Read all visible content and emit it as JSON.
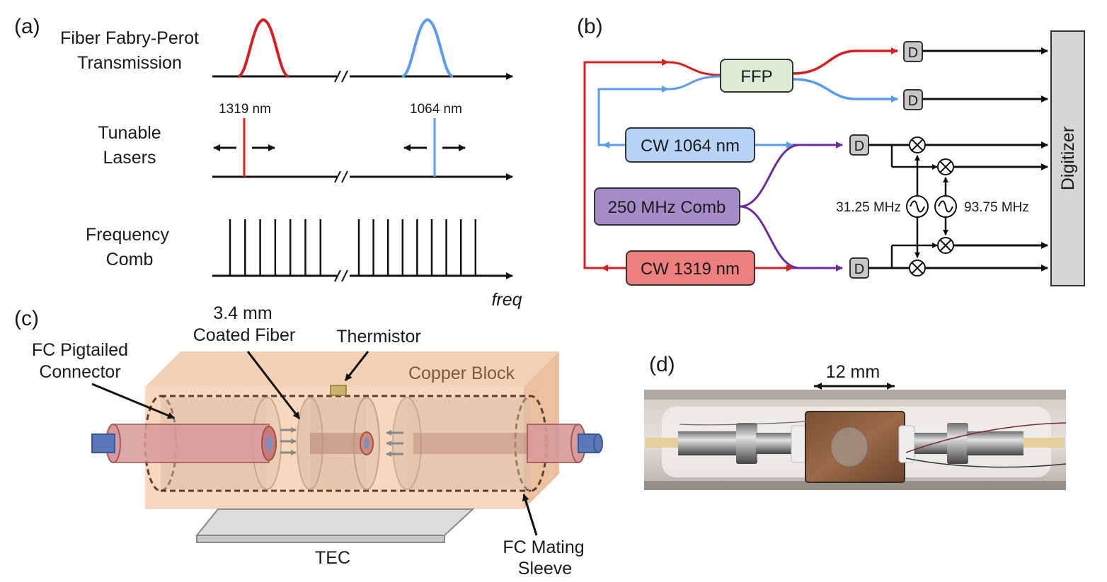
{
  "panel_a": {
    "label": "(a)",
    "row1_label_1": "Fiber Fabry-Perot",
    "row1_label_2": "Transmission",
    "row2_label_1": "Tunable",
    "row2_label_2": "Lasers",
    "row3_label_1": "Frequency",
    "row3_label_2": "Comb",
    "wavelength_red": "1319 nm",
    "wavelength_blue": "1064 nm",
    "axis_label": "freq"
  },
  "panel_b": {
    "label": "(b)",
    "ffp": "FFP",
    "cw1064": "CW 1064 nm",
    "comb": "250 MHz Comb",
    "cw1319": "CW 1319 nm",
    "detector": "D",
    "lo1": "31.25 MHz",
    "lo2": "93.75 MHz",
    "digitizer": "Digitizer"
  },
  "panel_c": {
    "label": "(c)",
    "fiber_1": "3.4 mm",
    "fiber_2": "Coated Fiber",
    "thermistor": "Thermistor",
    "connector_1": "FC Pigtailed",
    "connector_2": "Connector",
    "copper": "Copper Block",
    "tec": "TEC",
    "sleeve_1": "FC Mating",
    "sleeve_2": "Sleeve"
  },
  "panel_d": {
    "label": "(d)",
    "scale": "12 mm"
  },
  "colors": {
    "red": "#d42020",
    "blue": "#5b9bec",
    "purple": "#6b2d9e",
    "ffp_fill": "#dcebd4",
    "cw1064_fill": "#b7d3f5",
    "comb_fill": "#a58bc8",
    "cw1319_fill": "#ee7f7f",
    "copper": "#f7d7be"
  }
}
